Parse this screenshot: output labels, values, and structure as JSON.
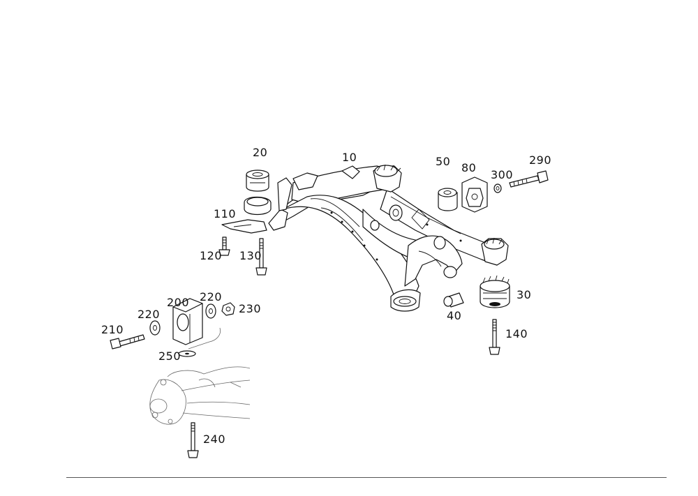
{
  "labels": {
    "l10": "10",
    "l20": "20",
    "l30": "30",
    "l40": "40",
    "l50": "50",
    "l80": "80",
    "l110": "110",
    "l120": "120",
    "l130": "130",
    "l140": "140",
    "l200": "200",
    "l210": "210",
    "l220a": "220",
    "l220b": "220",
    "l230": "230",
    "l240": "240",
    "l250": "250",
    "l290": "290",
    "l300": "300"
  },
  "colors": {
    "line": "#111111",
    "background": "#ffffff",
    "footer_rule": "#555555"
  }
}
